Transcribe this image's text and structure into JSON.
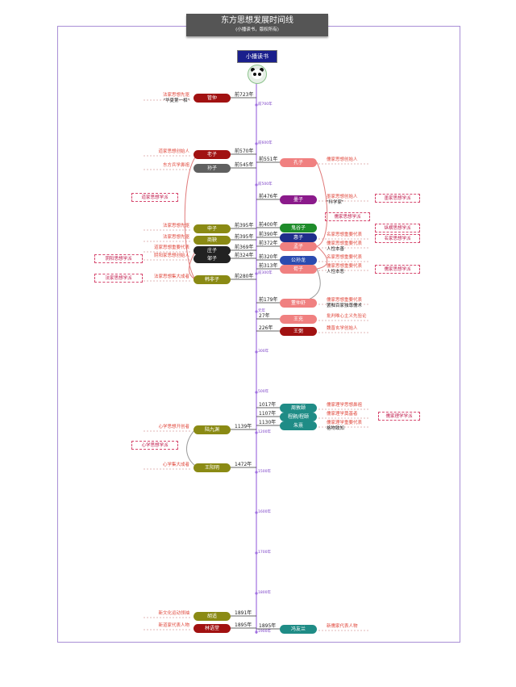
{
  "header": {
    "title": "东方思想发展时间线",
    "subtitle": "(小播读书，版权所有)"
  },
  "brand": "小播读书",
  "colors": {
    "axis": "#a070e0",
    "red": "#a11111",
    "gray": "#606060",
    "salmon": "#f08080",
    "purple": "#8b1a8b",
    "olive": "#8a8a14",
    "black": "#222222",
    "navy": "#1f2d8a",
    "green": "#1e8c2a",
    "blue": "#2b4bb0",
    "teal": "#1f8c86",
    "olive2": "#7a8a10"
  },
  "ticks": [
    "前700年",
    "前600年",
    "前500年",
    "前300年",
    "元年",
    "300年",
    "500年",
    "1200年",
    "1500年",
    "1600年",
    "1700年",
    "1800年",
    "1900年"
  ],
  "left_thinkers": [
    {
      "name": "管仲",
      "year": "前723年",
      "color": "red",
      "notes": [
        "法家思想先驱",
        "\"华夏第一相\""
      ]
    },
    {
      "name": "老子",
      "year": "前570年",
      "color": "red",
      "notes": [
        "道家思想创始人"
      ]
    },
    {
      "name": "孙子",
      "year": "前545年",
      "color": "gray",
      "notes": [
        "东方兵学鼻祖"
      ]
    },
    {
      "name": "申子",
      "year": "前395年",
      "color": "olive",
      "notes": [
        "法家思想先驱"
      ]
    },
    {
      "name": "商鞅",
      "year": "前395年",
      "color": "olive",
      "notes": [
        "法家思想先驱"
      ]
    },
    {
      "name": "庄子",
      "year": "前369年",
      "color": "black",
      "notes": [
        "道家思想重要代表"
      ]
    },
    {
      "name": "邹子",
      "year": "前324年",
      "color": "black",
      "notes": [
        "阴阳家思想创始人"
      ]
    },
    {
      "name": "韩非子",
      "year": "前280年",
      "color": "olive",
      "notes": [
        "法家思想集大成者"
      ]
    },
    {
      "name": "陆九渊",
      "year": "1139年",
      "color": "olive",
      "notes": [
        "心学思想开创者"
      ]
    },
    {
      "name": "王阳明",
      "year": "1472年",
      "color": "olive",
      "notes": [
        "心学集大成者"
      ]
    },
    {
      "name": "胡适",
      "year": "1891年",
      "color": "olive",
      "notes": [
        "新文化运动领袖"
      ]
    },
    {
      "name": "林语堂",
      "year": "1895年",
      "color": "red",
      "notes": [
        "新道家代表人物"
      ]
    }
  ],
  "right_thinkers": [
    {
      "name": "孔子",
      "year": "前551年",
      "color": "salmon",
      "notes": [
        "儒家思想创始人"
      ]
    },
    {
      "name": "墨子",
      "year": "前476年",
      "color": "purple",
      "notes": [
        "墨家思想创始人",
        "\"科学家\""
      ]
    },
    {
      "name": "鬼谷子",
      "year": "前400年",
      "color": "green",
      "notes": []
    },
    {
      "name": "惠子",
      "year": "前390年",
      "color": "navy",
      "notes": [
        "名家思想重要代表"
      ]
    },
    {
      "name": "孟子",
      "year": "前372年",
      "color": "salmon",
      "notes": [
        "儒家思想重要代表",
        "人性本善"
      ]
    },
    {
      "name": "公孙龙",
      "year": "前320年",
      "color": "blue",
      "notes": [
        "名家思想重要代表"
      ]
    },
    {
      "name": "荀子",
      "year": "前313年",
      "color": "salmon",
      "notes": [
        "儒家思想重要代表",
        "人性本恶"
      ]
    },
    {
      "name": "董仲舒",
      "year": "前179年",
      "color": "salmon",
      "notes": [
        "儒家思想重要代表",
        "罢黜百家独尊儒术"
      ]
    },
    {
      "name": "王充",
      "year": "27年",
      "color": "salmon",
      "notes": [
        "批判唯心主义先验论"
      ]
    },
    {
      "name": "王弼",
      "year": "226年",
      "color": "red",
      "notes": [
        "魏晋玄学创始人"
      ]
    },
    {
      "name": "周敦颐",
      "year": "1017年",
      "color": "teal",
      "notes": [
        "儒家理学思想鼻祖"
      ]
    },
    {
      "name": "程颢/程颐",
      "year": "1107年",
      "color": "teal",
      "notes": [
        "儒家理学奠基者"
      ]
    },
    {
      "name": "朱熹",
      "year": "1130年",
      "color": "teal",
      "notes": [
        "儒家理学重要代表",
        "格物致知"
      ]
    },
    {
      "name": "冯友兰",
      "year": "1895年",
      "color": "teal",
      "notes": [
        "新儒家代表人物"
      ]
    }
  ],
  "school_boxes": {
    "daojia": "道家思想学派",
    "rujia": "儒家思想学派",
    "mojia": "墨家思想学派",
    "zongheng": "纵横思想学派",
    "mingjia": "名家思想学派",
    "rujia2": "儒家思想学派",
    "yinyang": "阴阳思想学派",
    "fajia": "法家思想学派",
    "lixue": "儒家理学学派",
    "xinxue": "心学思想学派"
  }
}
